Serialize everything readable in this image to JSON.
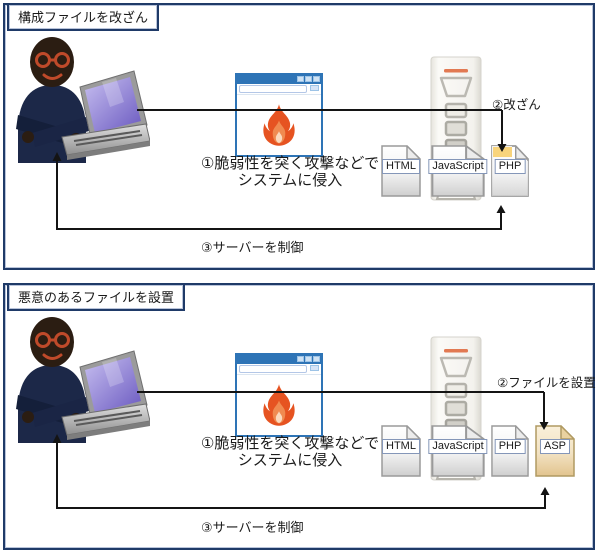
{
  "diagram_title": "Web server file tampering / malicious file placement attack flows",
  "colors": {
    "panel_border": "#1f3a68",
    "browser_blue": "#2e74b6",
    "flame_orange": "#e65321",
    "tampered_highlight": "#f8d47c",
    "malicious_file_tan": "#ead2a0",
    "arrow": "#141414"
  },
  "icons": {
    "attacker": "masked-attacker-with-laptop-icon",
    "browser": "browser-window-icon",
    "flame": "flame-icon",
    "server": "web-server-tower-icon",
    "file": "document-file-icon"
  },
  "panels": [
    {
      "title": "構成ファイルを改ざん",
      "intrusion_line1": "①脆弱性を突く攻撃などで",
      "intrusion_line2": "システムに侵入",
      "action_label": "②改ざん",
      "control_label": "③サーバーを制御",
      "files": [
        "HTML",
        "JavaScript",
        "PHP"
      ]
    },
    {
      "title": "悪意のあるファイルを設置",
      "intrusion_line1": "①脆弱性を突く攻撃などで",
      "intrusion_line2": "システムに侵入",
      "action_label": "②ファイルを設置",
      "control_label": "③サーバーを制御",
      "files": [
        "HTML",
        "JavaScript",
        "PHP",
        "ASP"
      ]
    }
  ]
}
